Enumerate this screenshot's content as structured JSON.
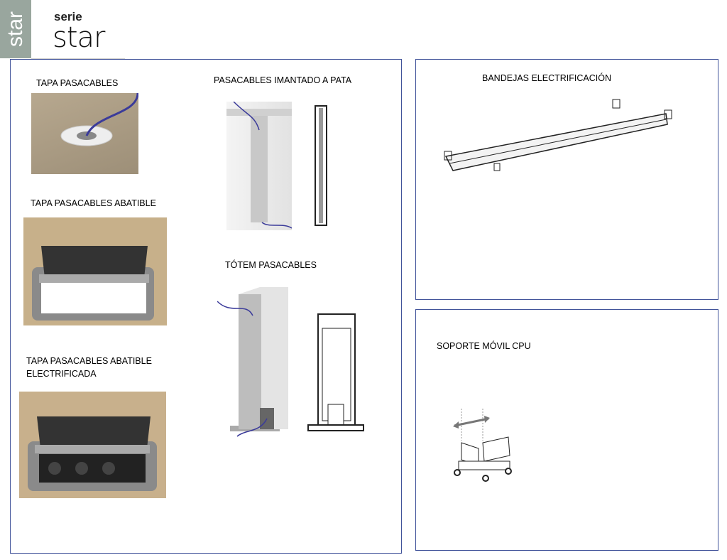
{
  "brand": {
    "side_text": "star",
    "serie": "serie",
    "name": "star"
  },
  "left_panel": {
    "tapa_pasacables": "TAPA PASACABLES",
    "tapa_abatible": "TAPA PASACABLES ABATIBLE",
    "tapa_abatible_elec_line1": "TAPA PASACABLES ABATIBLE",
    "tapa_abatible_elec_line2": "ELECTRIFICADA",
    "pasacables_imantado": "PASACABLES IMANTADO A PATA",
    "totem": "TÓTEM PASACABLES"
  },
  "right_top": {
    "bandejas": "BANDEJAS ELECTRIFICACIÓN"
  },
  "right_bottom": {
    "soporte": "SOPORTE MÓVIL CPU"
  }
}
